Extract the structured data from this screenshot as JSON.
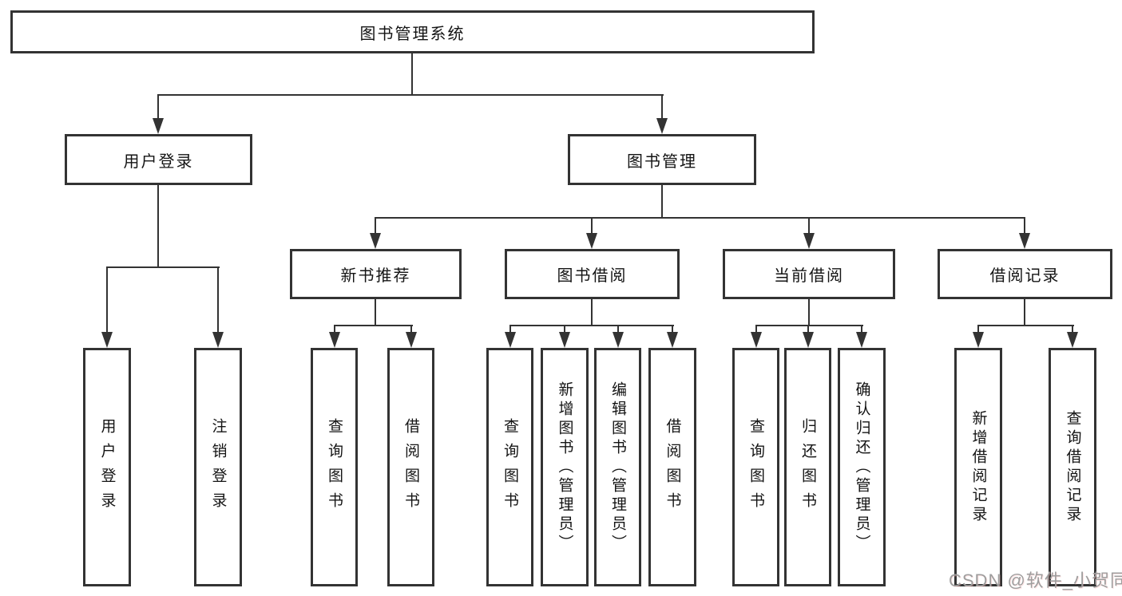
{
  "diagram": {
    "root": {
      "label": "图书管理系统"
    },
    "level2": [
      {
        "label": "用户登录"
      },
      {
        "label": "图书管理"
      }
    ],
    "level3": [
      {
        "label": "新书推荐"
      },
      {
        "label": "图书借阅"
      },
      {
        "label": "当前借阅"
      },
      {
        "label": "借阅记录"
      }
    ],
    "leaves": [
      {
        "label": "用户登录"
      },
      {
        "label": "注销登录"
      },
      {
        "label": "查询图书"
      },
      {
        "label": "借阅图书"
      },
      {
        "label": "查询图书"
      },
      {
        "label": "新增图书（管理员）"
      },
      {
        "label": "编辑图书（管理员）"
      },
      {
        "label": "借阅图书"
      },
      {
        "label": "查询图书"
      },
      {
        "label": "归还图书"
      },
      {
        "label": "确认归还（管理员）"
      },
      {
        "label": "新增借阅记录"
      },
      {
        "label": "查询借阅记录"
      }
    ]
  },
  "watermark": {
    "text": "CSDN @软件_小贺同学",
    "color": "#9e9e9e"
  },
  "colors": {
    "line": "#333333",
    "box_border": "#333333",
    "text": "#141414",
    "background": "#ffffff"
  }
}
